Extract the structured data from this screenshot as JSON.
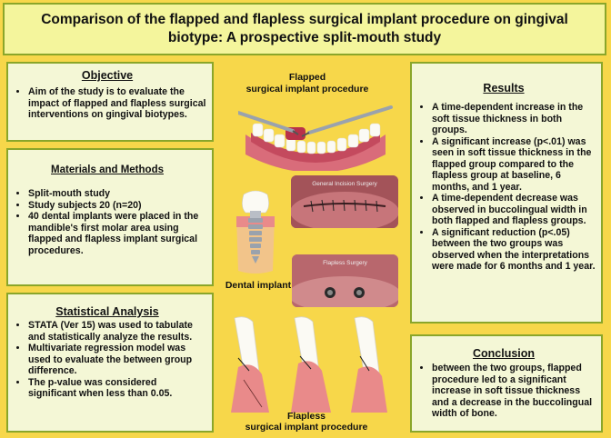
{
  "title": "Comparison of the flapped and flapless surgical implant procedure on gingival biotype: A prospective split-mouth study",
  "objective": {
    "heading": "Objective",
    "items": [
      "Aim of the study is to evaluate the impact of flapped and flapless surgical interventions on gingival biotypes."
    ]
  },
  "materials": {
    "heading": "Materials and Methods",
    "items": [
      "Split-mouth study",
      "Study subjects 20 (n=20)",
      "40 dental implants were placed in the mandible's first molar area using flapped and flapless implant surgical procedures."
    ]
  },
  "statistics": {
    "heading": "Statistical Analysis",
    "items": [
      "STATA (Ver 15) was used to tabulate and statistically analyze the results.",
      "Multivariate regression model was used to evaluate the between group difference.",
      "The p-value was considered significant when less than 0.05."
    ]
  },
  "results": {
    "heading": "Results",
    "items": [
      "A time-dependent increase in the soft tissue thickness in both groups.",
      "A significant increase (p<.01) was seen in soft tissue thickness in the flapped group compared to the flapless group at baseline, 6 months, and 1 year.",
      "A time-dependent decrease was observed in buccolingual width in both flapped and flapless groups.",
      "A significant reduction (p<.05) between the two groups was observed when the interpretations were made for 6 months and 1 year."
    ]
  },
  "conclusion": {
    "heading": "Conclusion",
    "items": [
      "between the two groups, flapped procedure led to a significant increase in soft tissue thickness and a decrease in the buccolingual width of bone."
    ]
  },
  "figures": {
    "flapped_caption": "Flapped\nsurgical implant procedure",
    "implant_caption": "Dental implant",
    "flapless_caption": "Flapless\nsurgical implant procedure",
    "photo_top_label": "General Incision Surgery",
    "photo_bottom_label": "Flapless Surgery"
  },
  "colors": {
    "background": "#f7d74a",
    "panel": "#f4f7d6",
    "border": "#8aa62a",
    "gum": "#e07a7a",
    "tooth": "#fbfaf4"
  }
}
